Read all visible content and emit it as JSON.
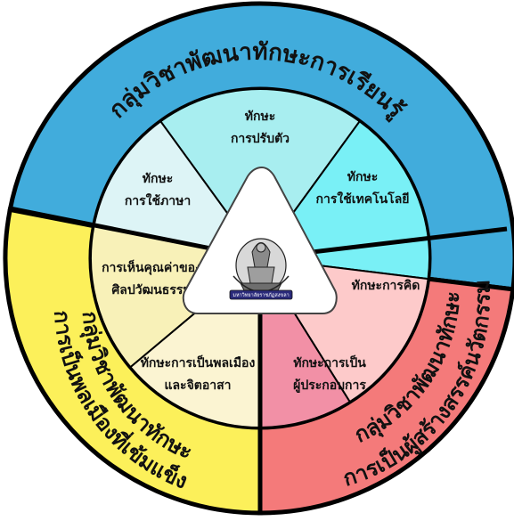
{
  "outer_groups": [
    {
      "label": "กลุ่มวิชาพัฒนาทักษะการเรียนรู้",
      "color": "#41ACDC"
    },
    {
      "label_line1": "กลุ่มวิชาพัฒนาทักษะ",
      "label_line2": "การเป็นพลเมืองที่เข้มแข็ง",
      "color": "#FCF05A"
    },
    {
      "label_line1": "กลุ่มวิชาพัฒนาทักษะ",
      "label_line2": "การเป็นผู้สร้างสรรค์นวัตกรรม",
      "color": "#F47A7A"
    }
  ],
  "inner_skills": [
    {
      "line1": "ทักษะ",
      "line2": "การปรับตัว",
      "color": "#A8EEF0"
    },
    {
      "line1": "ทักษะ",
      "line2": "การใช้เทคโนโลยี",
      "color": "#79F0F6"
    },
    {
      "line1": "ทักษะการคิด",
      "line2": "",
      "color": "#FDCACA"
    },
    {
      "line1": "ทักษะการเป็น",
      "line2": "ผู้ประกอบการ",
      "color": "#F290A6"
    },
    {
      "line1": "ทักษะการเป็นพลเมือง",
      "line2": "และจิตอาสา",
      "color": "#FBF4D2"
    },
    {
      "line1": "การเห็นคุณค่าของ",
      "line2": "ศิลปวัฒนธรรม",
      "color": "#F8F1B8"
    },
    {
      "line1": "ทักษะ",
      "line2": "การใช้ภาษา",
      "color": "#DDF4F6"
    }
  ],
  "center": {
    "seal_text": "มหาวิทยาลัยราชภัฏสงขลา",
    "triangle_color": "#FFFFFF"
  }
}
